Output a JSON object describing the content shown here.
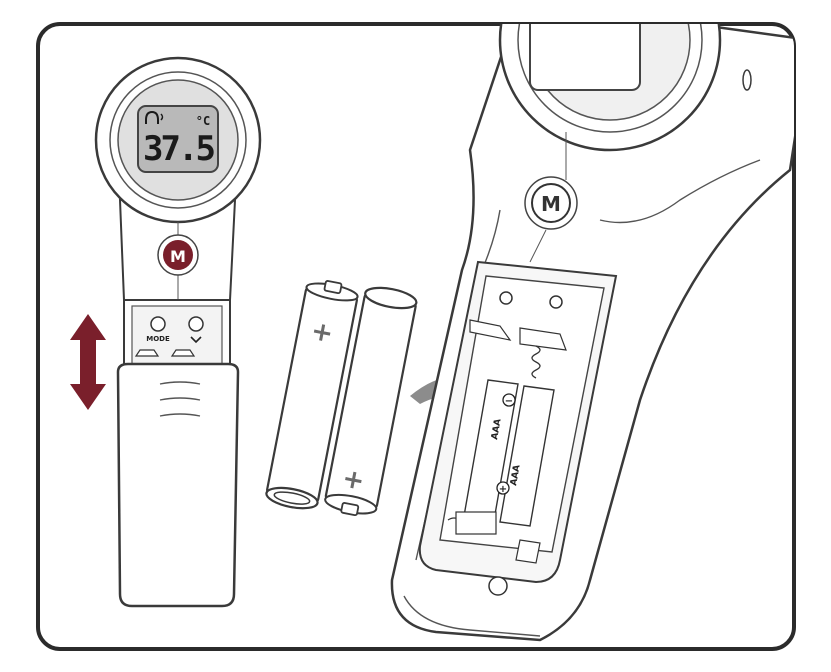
{
  "illustration": {
    "colors": {
      "frame": "#2b2b2b",
      "outline": "#3a3a3a",
      "accent": "#7a1f2b",
      "arrow_gray": "#8c8c8c",
      "lcd_gray": "#b9b9b9",
      "body_fill": "#ffffff",
      "shade": "#e9e9e9"
    },
    "left_device": {
      "display_reading": "37.5",
      "display_unit": "°C",
      "mode_label": "MODE",
      "m_button_label": "M"
    },
    "right_device": {
      "m_button_label": "M",
      "battery_label_1": "AAA",
      "battery_label_2": "AAA",
      "polarity_plus": "+",
      "polarity_minus": "−"
    },
    "batteries": {
      "battery_1_sign": "+",
      "battery_2_sign": "+"
    },
    "icons": {
      "slide_arrow": "double-headed-vertical-arrow",
      "insert_arrow": "curved-right-arrow",
      "sound_icon": "speaker-icon"
    }
  }
}
